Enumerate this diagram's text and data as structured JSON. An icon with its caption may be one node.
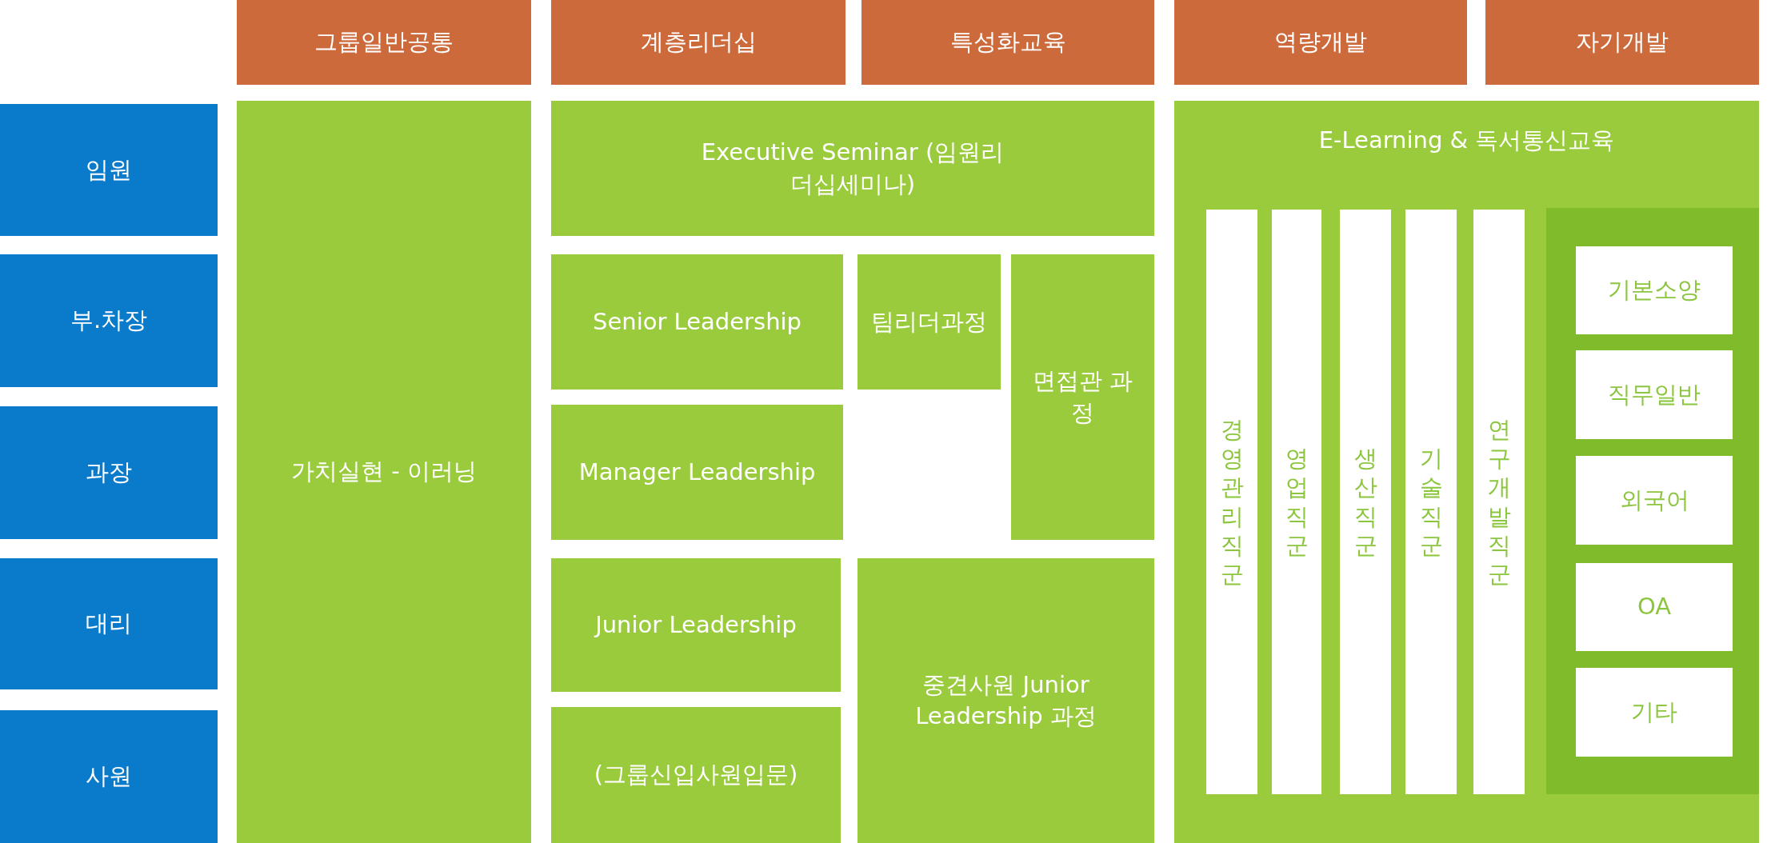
{
  "diagram": {
    "nodes": [
      {
        "text": [
          "그룹일반공통"
        ]
      },
      {
        "text": [
          "계층리더십"
        ]
      },
      {
        "text": [
          "특성화교육"
        ]
      },
      {
        "text": [
          "역량개발"
        ]
      },
      {
        "text": [
          "자기개발"
        ]
      },
      {
        "text": [
          "임원"
        ]
      },
      {
        "text": [
          "부.차장"
        ]
      },
      {
        "text": [
          "과장"
        ]
      },
      {
        "text": [
          "대리"
        ]
      },
      {
        "text": [
          "사원"
        ]
      },
      {
        "text": [
          "가치실현 - 이러닝"
        ]
      },
      {
        "text": [
          "Executive Seminar (임원리더십세미나)"
        ]
      },
      {
        "text": [
          "Senior Leadership"
        ]
      },
      {
        "text": [
          "팀리더과정"
        ]
      },
      {
        "text": [
          "면접관 과정"
        ]
      },
      {
        "text": [
          "Manager Leadership"
        ]
      },
      {
        "text": [
          "Junior Leadership"
        ]
      },
      {
        "text": [
          "(그룹신입사원입문)"
        ]
      },
      {
        "text": [
          "중견사원 Junior Leadership 과정"
        ]
      },
      {
        "text": [
          "E-Learning & 독서통신교육"
        ]
      },
      {
        "text": [
          "경영관리직군"
        ],
        "in": 19
      },
      {
        "text": [
          "영업직군"
        ],
        "in": 19
      },
      {
        "text": [
          "생산직군"
        ],
        "in": 19
      },
      {
        "text": [
          "기술직군"
        ],
        "in": 19
      },
      {
        "text": [
          "연구개발직군"
        ],
        "in": 19
      },
      {
        "text": [],
        "shape": "box",
        "in": 19
      },
      {
        "text": [
          "기본소양"
        ],
        "in": 25
      },
      {
        "text": [
          "직무일반"
        ],
        "in": 25
      },
      {
        "text": [
          "외국어"
        ],
        "in": 25
      },
      {
        "text": [
          "OA"
        ],
        "in": 25
      },
      {
        "text": [
          "기타"
        ],
        "in": 25
      }
    ]
  }
}
